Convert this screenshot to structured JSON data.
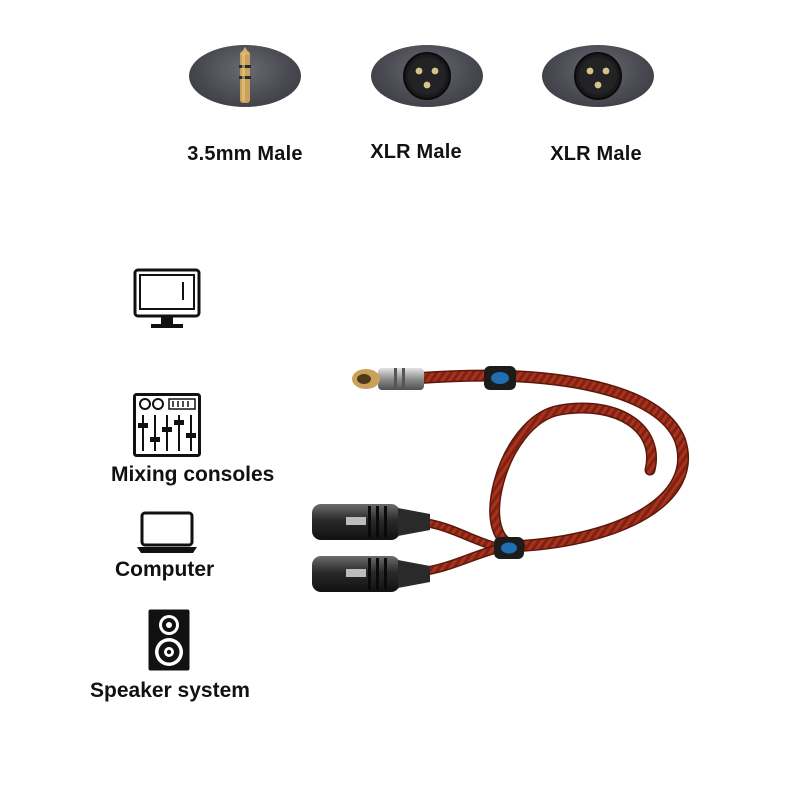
{
  "connectors": [
    {
      "icon": "jack-3-5mm-icon",
      "label": "3.5mm Male"
    },
    {
      "icon": "xlr-male-icon",
      "label": "XLR Male"
    },
    {
      "icon": "xlr-male-icon",
      "label": "XLR Male"
    }
  ],
  "devices": [
    {
      "icon": "monitor-icon",
      "label": ""
    },
    {
      "icon": "mixer-icon",
      "label": "Mixing consoles"
    },
    {
      "icon": "laptop-icon",
      "label": "Computer"
    },
    {
      "icon": "speaker-icon",
      "label": "Speaker system"
    }
  ],
  "colors": {
    "oval": "#4a4a52",
    "cable": "#a8321e",
    "ferrite": "#1f3f6e"
  }
}
